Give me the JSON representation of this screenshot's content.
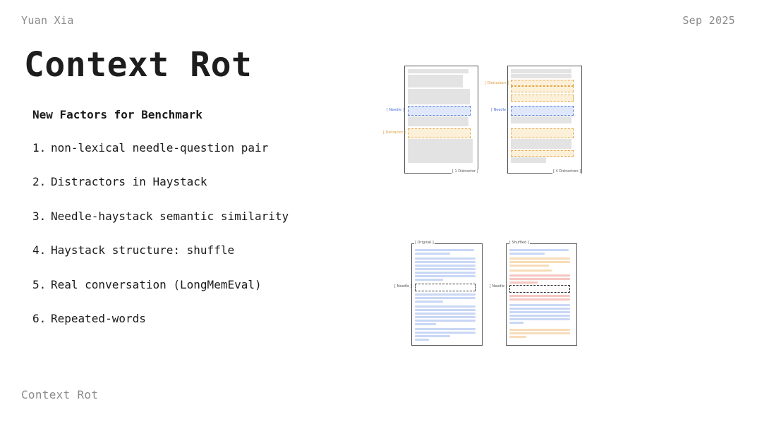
{
  "header": {
    "author": "Yuan Xia",
    "date": "Sep 2025"
  },
  "title": "Context Rot",
  "subtitle": "New Factors for Benchmark",
  "factors": [
    {
      "num": "1.",
      "text": "non-lexical needle-question pair"
    },
    {
      "num": "2.",
      "text": "Distractors in Haystack"
    },
    {
      "num": "3.",
      "text": "Needle-haystack semantic similarity"
    },
    {
      "num": "4.",
      "text": "Haystack structure: shuffle"
    },
    {
      "num": "5.",
      "text": "Real conversation (LongMemEval)"
    },
    {
      "num": "6.",
      "text": "Repeated-words"
    }
  ],
  "footer": "Context Rot",
  "figure_top": {
    "left_caption": "[ 1 Distractor ]",
    "right_caption": "[ 4 Distractors ]",
    "needle_tag": "[ Needle ]",
    "distractor_tag": "[ Distractor ]",
    "distractors_tag": "[ Distractors ]"
  },
  "figure_bottom": {
    "left_caption": "[ Original ]",
    "right_caption": "[ Shuffled ]",
    "needle_tag": "[ Needle ]"
  },
  "colors": {
    "needle": "#dfe8fb",
    "distractor": "#fdf0d8",
    "text": "#1a1a1a",
    "muted": "#8a8a8a"
  }
}
